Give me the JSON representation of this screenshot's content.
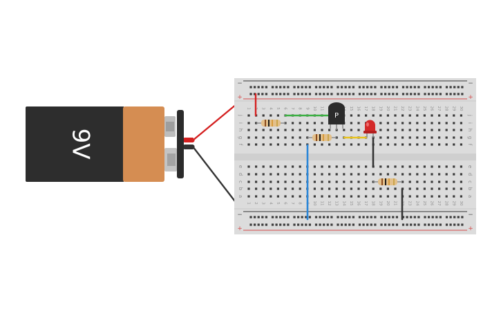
{
  "battery": {
    "label": "9V",
    "body_color": "#2d2d2d",
    "cap_color": "#d58d52",
    "terminal_color": "#b5b5b5"
  },
  "breadboard": {
    "columns": 30,
    "top_row_letters": [
      "j",
      "i",
      "h",
      "g",
      "f"
    ],
    "bottom_row_letters": [
      "e",
      "d",
      "c",
      "b",
      "a"
    ],
    "rail_minus": "−",
    "rail_plus": "+",
    "board_color": "#dcdcdc",
    "hole_color": "#3a3a3a",
    "rail_line_red": "#d44a4a",
    "rail_line_black": "#333333"
  },
  "transistor": {
    "label": "P",
    "body_color": "#2b2b2b"
  },
  "led": {
    "color": "#d42a2a"
  },
  "resistors": [
    {
      "id": "r1",
      "band_colors": [
        "#8a4a1e",
        "#1a1a1a",
        "#d89a3a",
        "#c9a44a"
      ]
    },
    {
      "id": "r2",
      "band_colors": [
        "#8a4a1e",
        "#1a1a1a",
        "#d89a3a",
        "#c9a44a"
      ]
    },
    {
      "id": "r3",
      "band_colors": [
        "#8a4a1e",
        "#1a1a1a",
        "#d89a3a",
        "#c9a44a"
      ]
    }
  ],
  "wires": [
    {
      "id": "battery-positive-wire",
      "color": "#d42020"
    },
    {
      "id": "battery-negative-wire",
      "color": "#333333"
    },
    {
      "id": "rail-to-row-red",
      "color": "#d42020"
    },
    {
      "id": "base-jumper-green",
      "color": "#3cb043"
    },
    {
      "id": "led-jumper-yellow",
      "color": "#e8c21a"
    },
    {
      "id": "blue-jumper",
      "color": "#2a86d8"
    },
    {
      "id": "black-jumper-led",
      "color": "#333333"
    },
    {
      "id": "black-jumper-resistor",
      "color": "#333333"
    }
  ]
}
